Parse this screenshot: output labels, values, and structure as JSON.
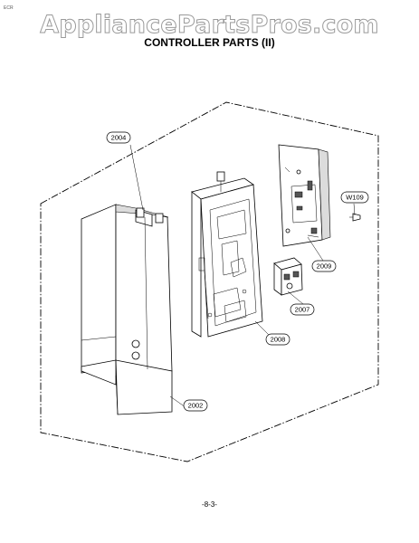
{
  "watermark": "AppliancePartsPros.com",
  "corner_mark": "ECR",
  "title": "CONTROLLER PARTS (II)",
  "page_number": "-8-3-",
  "callouts": [
    {
      "id": "2004",
      "label": "2004"
    },
    {
      "id": "W109",
      "label": "W109"
    },
    {
      "id": "2009",
      "label": "2009"
    },
    {
      "id": "2007",
      "label": "2007"
    },
    {
      "id": "2008",
      "label": "2008"
    },
    {
      "id": "2002",
      "label": "2002"
    }
  ]
}
